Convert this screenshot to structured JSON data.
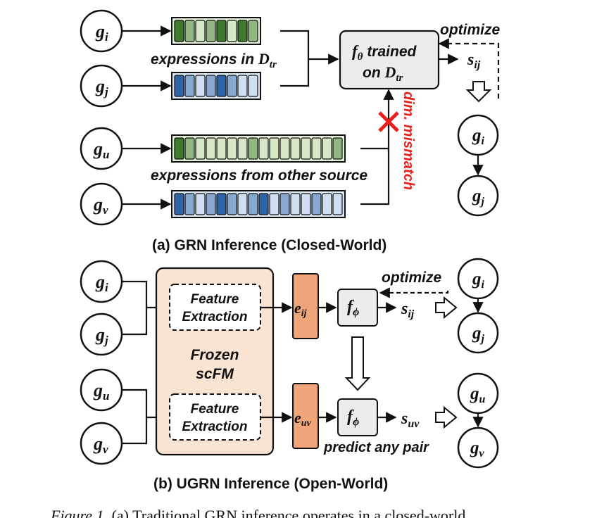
{
  "panel_a": {
    "nodes_left": [
      {
        "sym": "g",
        "sub": "i"
      },
      {
        "sym": "g",
        "sub": "j"
      },
      {
        "sym": "g",
        "sub": "u"
      },
      {
        "sym": "g",
        "sub": "v"
      }
    ],
    "label_train": "expressions in",
    "label_train_sym": "D",
    "label_train_sub": "tr",
    "label_other": "expressions from other source",
    "model_line1": "trained",
    "model_f": "f",
    "model_f_sub": "θ",
    "model_line2": "on",
    "model_line2_sym": "D",
    "model_line2_sub": "tr",
    "optimize": "optimize",
    "score": "s",
    "score_sub": "ij",
    "mismatch": "dim. mismatch",
    "nodes_right": [
      {
        "sym": "g",
        "sub": "i"
      },
      {
        "sym": "g",
        "sub": "j"
      }
    ],
    "caption": "(a) GRN Inference (Closed-World)",
    "colors": {
      "green_dark": "#3e7a2c",
      "green_light": "#d6e8c8",
      "blue_dark": "#2e64a8",
      "blue_light": "#d0e0f2",
      "red": "#e8201c"
    }
  },
  "panel_b": {
    "nodes_left": [
      {
        "sym": "g",
        "sub": "i"
      },
      {
        "sym": "g",
        "sub": "j"
      },
      {
        "sym": "g",
        "sub": "u"
      },
      {
        "sym": "g",
        "sub": "v"
      }
    ],
    "frozen_line1": "Frozen",
    "frozen_line2": "scFM",
    "feature_line1": "Feature",
    "feature_line2": "Extraction",
    "emb_top": {
      "sym": "e",
      "sub": "ij"
    },
    "emb_bottom": {
      "sym": "e",
      "sub": "uv"
    },
    "f_top": {
      "sym": "f",
      "sub": "ϕ"
    },
    "f_bottom": {
      "sym": "f",
      "sub": "ϕ"
    },
    "optimize": "optimize",
    "score_top": {
      "sym": "s",
      "sub": "ij"
    },
    "score_bottom": {
      "sym": "s",
      "sub": "uv"
    },
    "predict": "predict any pair",
    "nodes_right": [
      {
        "sym": "g",
        "sub": "i"
      },
      {
        "sym": "g",
        "sub": "j"
      },
      {
        "sym": "g",
        "sub": "u"
      },
      {
        "sym": "g",
        "sub": "v"
      }
    ],
    "caption": "(b) UGRN Inference (Open-World)",
    "colors": {
      "frozen_fill": "#f9e3d3",
      "emb_fill": "#f0a47a",
      "f_fill": "#ececec"
    }
  },
  "figure_caption": "Figure 1. (a) Traditional GRN inference operates in a closed-world"
}
